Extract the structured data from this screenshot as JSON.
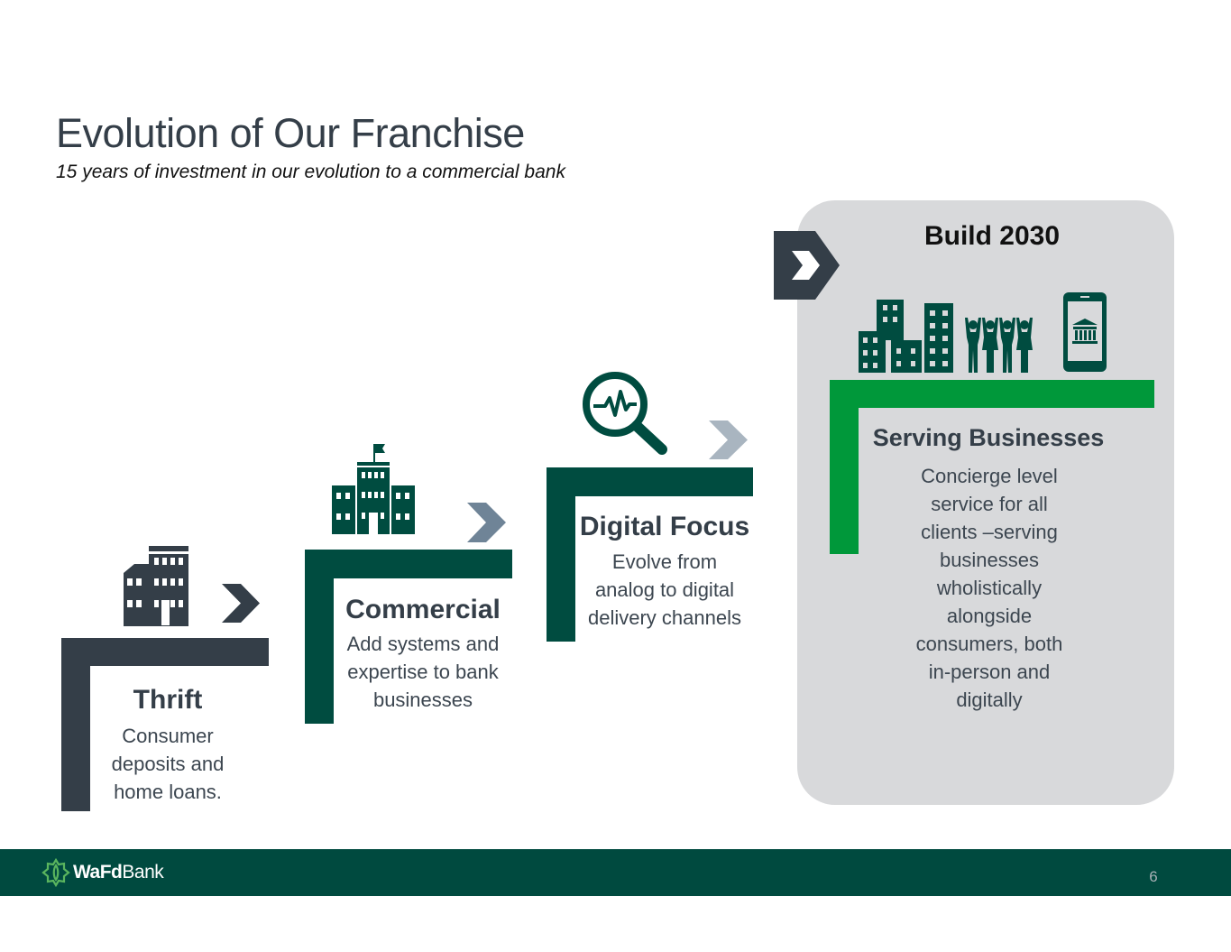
{
  "header": {
    "title": "Evolution of Our Franchise",
    "subtitle": "15 years of investment in our evolution to a commercial bank"
  },
  "steps": [
    {
      "title": "Thrift",
      "description": "Consumer deposits and home loans.",
      "icon": "office-building-icon",
      "color": "#343e48"
    },
    {
      "title": "Commercial",
      "description": "Add systems and expertise to bank businesses",
      "icon": "corporate-headquarters-icon",
      "color": "#004c40"
    },
    {
      "title": "Digital Focus",
      "description": "Evolve from analog to digital delivery channels",
      "icon": "magnifier-pulse-icon",
      "color": "#004c40"
    },
    {
      "title": "Serving Businesses",
      "description": "Concierge level service for all clients –serving businesses wholistically alongside consumers, both in-person and digitally",
      "icon": "city-people-mobile-bank-icon",
      "color": "#00983a"
    }
  ],
  "build": {
    "title": "Build 2030",
    "panel_color": "#d8d9db"
  },
  "footer": {
    "logo_bold": "WaFd",
    "logo_regular": "Bank",
    "page_number": "6",
    "color": "#004a3f"
  }
}
